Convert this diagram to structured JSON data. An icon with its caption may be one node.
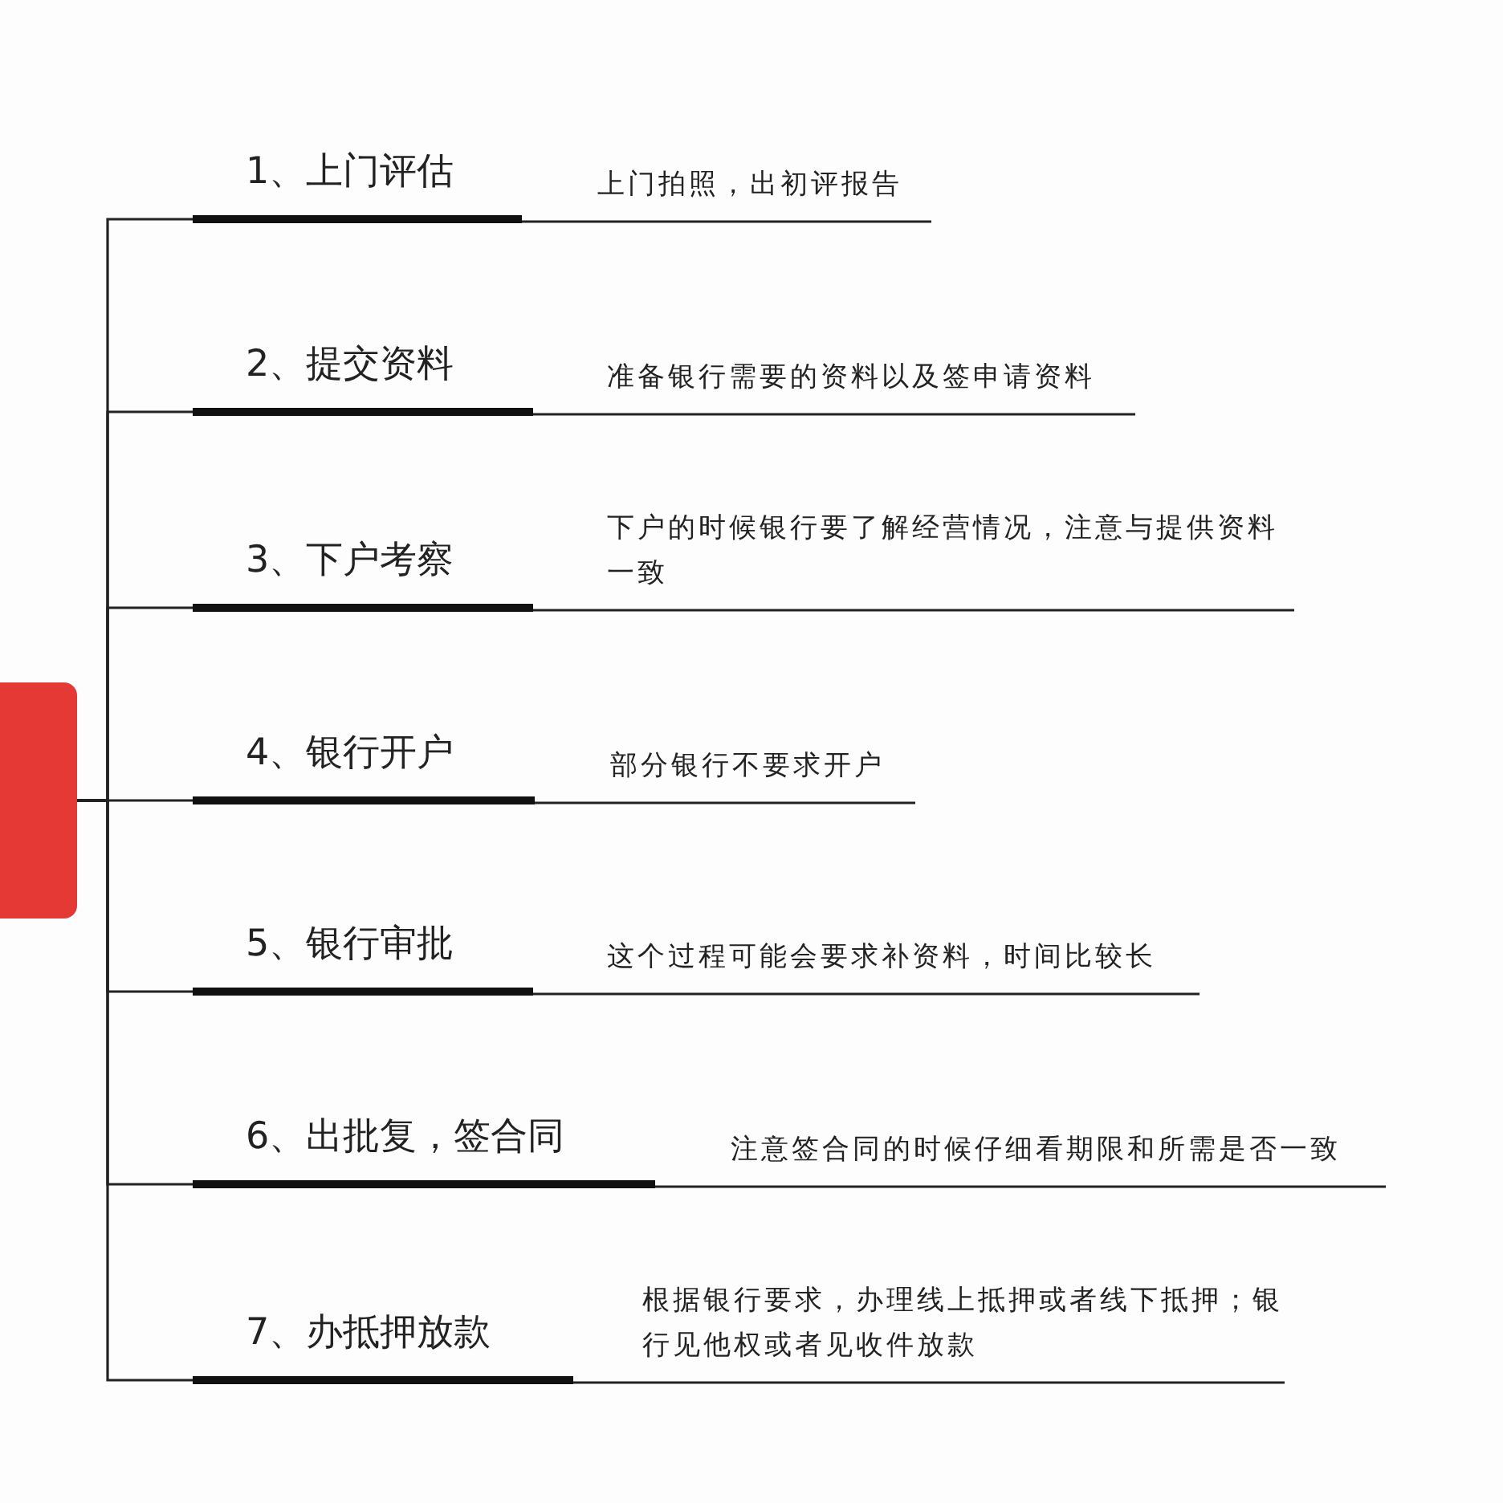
{
  "diagram": {
    "nodes": [
      {
        "text": [],
        "shape": "box"
      },
      {
        "text": [
          "1、上门评估"
        ]
      },
      {
        "text": [
          "2、提交资料"
        ]
      },
      {
        "text": [
          "3、下户考察"
        ]
      },
      {
        "text": [
          "4、银行开户"
        ]
      },
      {
        "text": [
          "5、银行审批"
        ]
      },
      {
        "text": [
          "6、出批复，签合同"
        ]
      },
      {
        "text": [
          "7、办抵押放款"
        ]
      },
      {
        "text": [
          "上门拍照，出初评报告"
        ]
      },
      {
        "text": [
          "准备银行需要的资料以及签申请资料"
        ]
      },
      {
        "text": [
          "下户的时候银行要了解经营情况，注意与提供资料一致"
        ]
      },
      {
        "text": [
          "部分银行不要求开户"
        ]
      },
      {
        "text": [
          "这个过程可能会要求补资料，时间比较长"
        ]
      },
      {
        "text": [
          "注意签合同的时候仔细看期限和所需是否一致"
        ]
      },
      {
        "text": [
          "根据银行要求，办理线上抵押或者线下抵押；银行见他权或者见收件放款"
        ]
      }
    ],
    "edges": [
      {
        "from": 0,
        "to": 1,
        "arrow": "none"
      },
      {
        "from": 0,
        "to": 2,
        "arrow": "none"
      },
      {
        "from": 0,
        "to": 3,
        "arrow": "none"
      },
      {
        "from": 0,
        "to": 4,
        "arrow": "none"
      },
      {
        "from": 0,
        "to": 5,
        "arrow": "none"
      },
      {
        "from": 0,
        "to": 6,
        "arrow": "none"
      },
      {
        "from": 0,
        "to": 7,
        "arrow": "none"
      },
      {
        "from": 1,
        "to": 8,
        "arrow": "none"
      },
      {
        "from": 2,
        "to": 9,
        "arrow": "none"
      },
      {
        "from": 3,
        "to": 10,
        "arrow": "none"
      },
      {
        "from": 4,
        "to": 11,
        "arrow": "none"
      },
      {
        "from": 5,
        "to": 12,
        "arrow": "none"
      },
      {
        "from": 6,
        "to": 13,
        "arrow": "none"
      },
      {
        "from": 7,
        "to": 14,
        "arrow": "none"
      }
    ]
  }
}
